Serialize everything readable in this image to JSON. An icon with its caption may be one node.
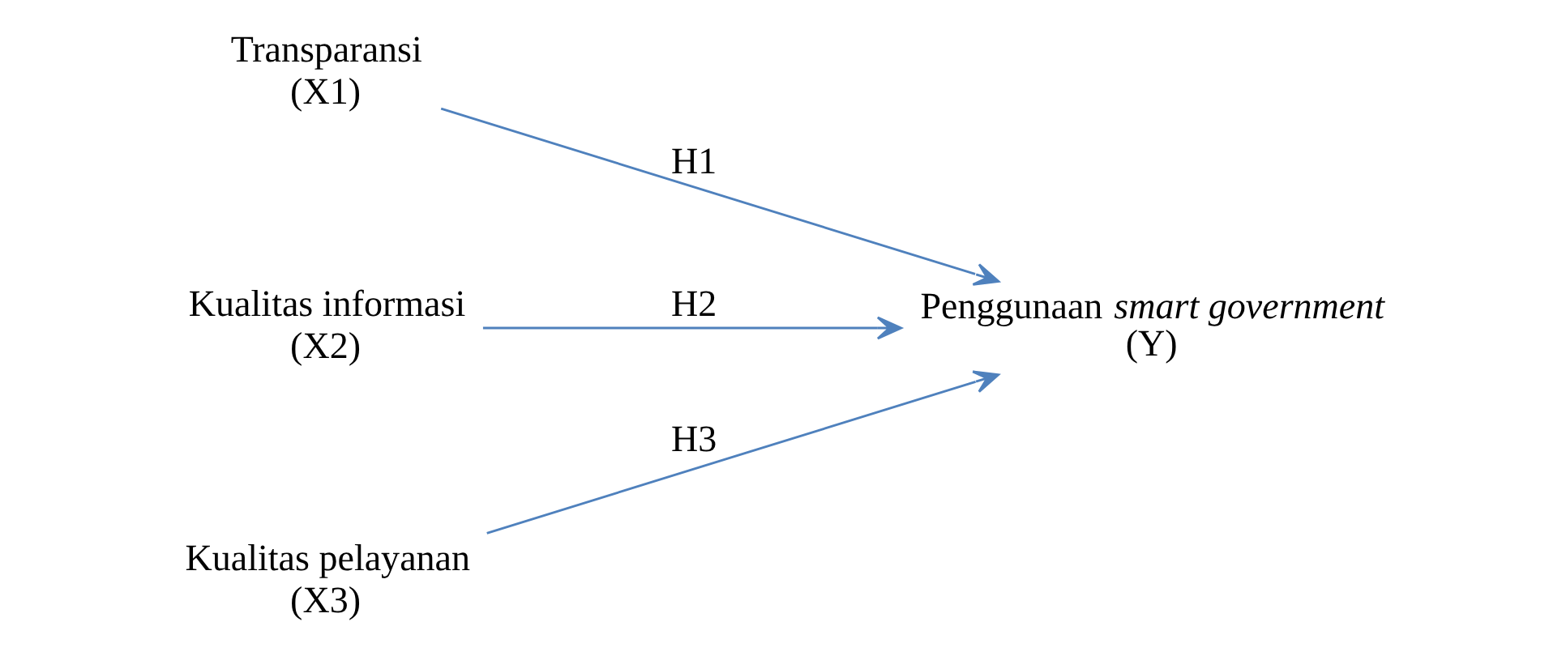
{
  "diagram": {
    "nodes": [
      {
        "text": [
          "Transparansi",
          "(X1)"
        ]
      },
      {
        "text": [
          "Kualitas informasi",
          "(X2)"
        ]
      },
      {
        "text": [
          "Kualitas pelayanan",
          "(X3)"
        ]
      },
      {
        "text": [
          "Penggunaan *smart government*",
          "(Y)"
        ]
      }
    ],
    "edges": [
      {
        "from": 0,
        "to": 3,
        "arrow": "to",
        "label": "H1"
      },
      {
        "from": 1,
        "to": 3,
        "arrow": "to",
        "label": "H2"
      },
      {
        "from": 2,
        "to": 3,
        "arrow": "to",
        "label": "H3"
      }
    ]
  }
}
